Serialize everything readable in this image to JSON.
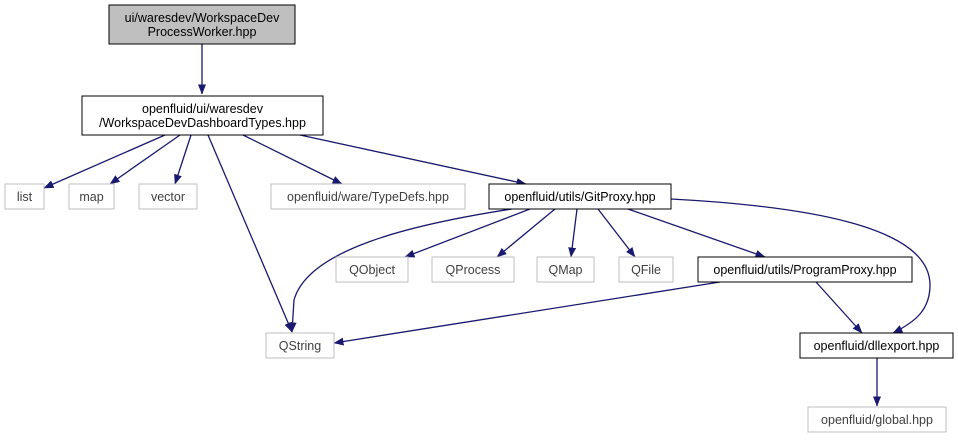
{
  "colors": {
    "edge": "#191970",
    "root_fill": "#bfbfbf",
    "node_border": "#000000",
    "external_border": "#bfbfbf",
    "external_text": "#404040",
    "text": "#000000"
  },
  "nodes": {
    "root": {
      "lines": [
        "ui/waresdev/WorkspaceDev",
        "ProcessWorker.hpp"
      ],
      "kind": "root"
    },
    "types": {
      "lines": [
        "openfluid/ui/waresdev",
        "/WorkspaceDevDashboardTypes.hpp"
      ],
      "kind": "internal"
    },
    "list": {
      "lines": [
        "list"
      ],
      "kind": "external"
    },
    "map": {
      "lines": [
        "map"
      ],
      "kind": "external"
    },
    "vector": {
      "lines": [
        "vector"
      ],
      "kind": "external"
    },
    "typedefs": {
      "lines": [
        "openfluid/ware/TypeDefs.hpp"
      ],
      "kind": "external"
    },
    "gitproxy": {
      "lines": [
        "openfluid/utils/GitProxy.hpp"
      ],
      "kind": "internal"
    },
    "qobject": {
      "lines": [
        "QObject"
      ],
      "kind": "external"
    },
    "qprocess": {
      "lines": [
        "QProcess"
      ],
      "kind": "external"
    },
    "qmap": {
      "lines": [
        "QMap"
      ],
      "kind": "external"
    },
    "qfile": {
      "lines": [
        "QFile"
      ],
      "kind": "external"
    },
    "programproxy": {
      "lines": [
        "openfluid/utils/ProgramProxy.hpp"
      ],
      "kind": "internal"
    },
    "qstring": {
      "lines": [
        "QString"
      ],
      "kind": "external"
    },
    "dllexport": {
      "lines": [
        "openfluid/dllexport.hpp"
      ],
      "kind": "internal"
    },
    "global": {
      "lines": [
        "openfluid/global.hpp"
      ],
      "kind": "external"
    }
  },
  "edges": [
    [
      "root",
      "types"
    ],
    [
      "types",
      "list"
    ],
    [
      "types",
      "map"
    ],
    [
      "types",
      "vector"
    ],
    [
      "types",
      "typedefs"
    ],
    [
      "types",
      "gitproxy"
    ],
    [
      "types",
      "qstring"
    ],
    [
      "gitproxy",
      "qstring"
    ],
    [
      "gitproxy",
      "qobject"
    ],
    [
      "gitproxy",
      "qprocess"
    ],
    [
      "gitproxy",
      "qmap"
    ],
    [
      "gitproxy",
      "qfile"
    ],
    [
      "gitproxy",
      "programproxy"
    ],
    [
      "gitproxy",
      "dllexport"
    ],
    [
      "programproxy",
      "qstring"
    ],
    [
      "programproxy",
      "dllexport"
    ],
    [
      "dllexport",
      "global"
    ]
  ]
}
